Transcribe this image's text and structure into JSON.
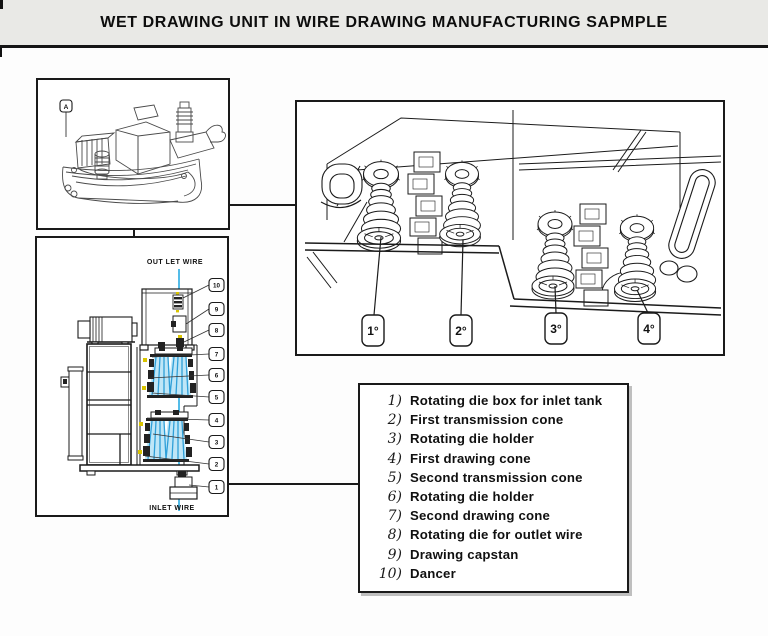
{
  "banner": {
    "title": "WET DRAWING UNIT IN WIRE DRAWING MANUFACTURING SAPMPLE"
  },
  "overview_panel": {
    "callout_a": "A"
  },
  "schematic_panel": {
    "outlet_wire_label": "OUT LET WIRE",
    "inlet_wire_label": "INLET WIRE",
    "callouts": [
      "10",
      "9",
      "8",
      "7",
      "6",
      "5",
      "4",
      "3",
      "2",
      "1"
    ]
  },
  "detail_panel": {
    "cone_labels": [
      "1°",
      "2°",
      "3°",
      "4°"
    ]
  },
  "legend": {
    "items": [
      {
        "num": "1)",
        "label": "Rotating die box for inlet tank"
      },
      {
        "num": "2)",
        "label": "First transmission cone"
      },
      {
        "num": "3)",
        "label": "Rotating die holder"
      },
      {
        "num": "4)",
        "label": "First drawing cone"
      },
      {
        "num": "5)",
        "label": "Second transmission cone"
      },
      {
        "num": "6)",
        "label": "Rotating die holder"
      },
      {
        "num": "7)",
        "label": "Second drawing cone"
      },
      {
        "num": "8)",
        "label": "Rotating die for outlet wire"
      },
      {
        "num": "9)",
        "label": "Drawing capstan"
      },
      {
        "num": "10)",
        "label": "Dancer"
      }
    ]
  },
  "colors": {
    "wire_blue": "#29ABE2",
    "cone_fill_blue": "#BFE6F7",
    "cone_hatch_blue": "#2E9FD8",
    "accent_yellow": "#D9C400",
    "banner_bg": "#E9E9E6",
    "line_dark": "#1A1A1A"
  }
}
